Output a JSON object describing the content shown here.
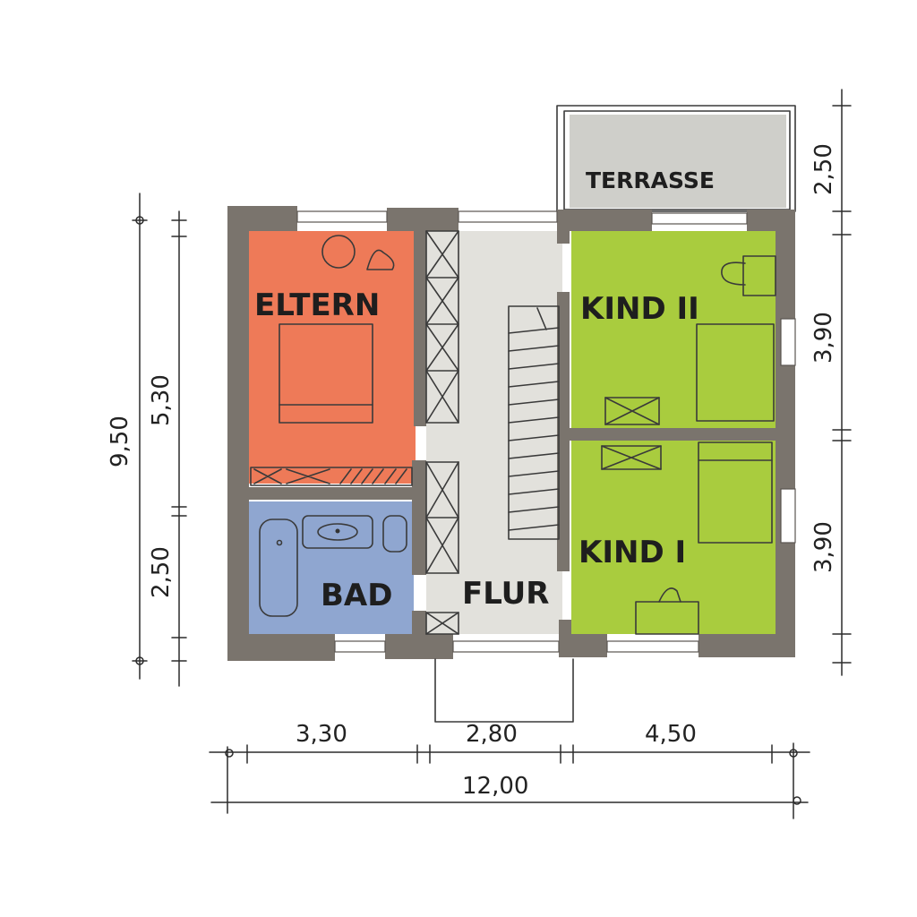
{
  "rooms": {
    "eltern": "ELTERN",
    "kind2": "KIND II",
    "kind1": "KIND I",
    "bad": "BAD",
    "flur": "FLUR",
    "terrasse": "TERRASSE"
  },
  "dimensions": {
    "bottom_left": "3,30",
    "bottom_mid": "2,80",
    "bottom_right": "4,50",
    "bottom_total": "12,00",
    "left_total": "9,50",
    "left_upper": "5,30",
    "left_lower": "2,50",
    "right_terrace": "2,50",
    "right_upper": "3,90",
    "right_lower": "3,90"
  },
  "colors": {
    "eltern": "#ee7a58",
    "kind": "#a9cc3e",
    "bad": "#8fa6d0",
    "flur": "#e2e1dc",
    "terrasse": "#cfcfca",
    "wall": "#7a746d"
  }
}
